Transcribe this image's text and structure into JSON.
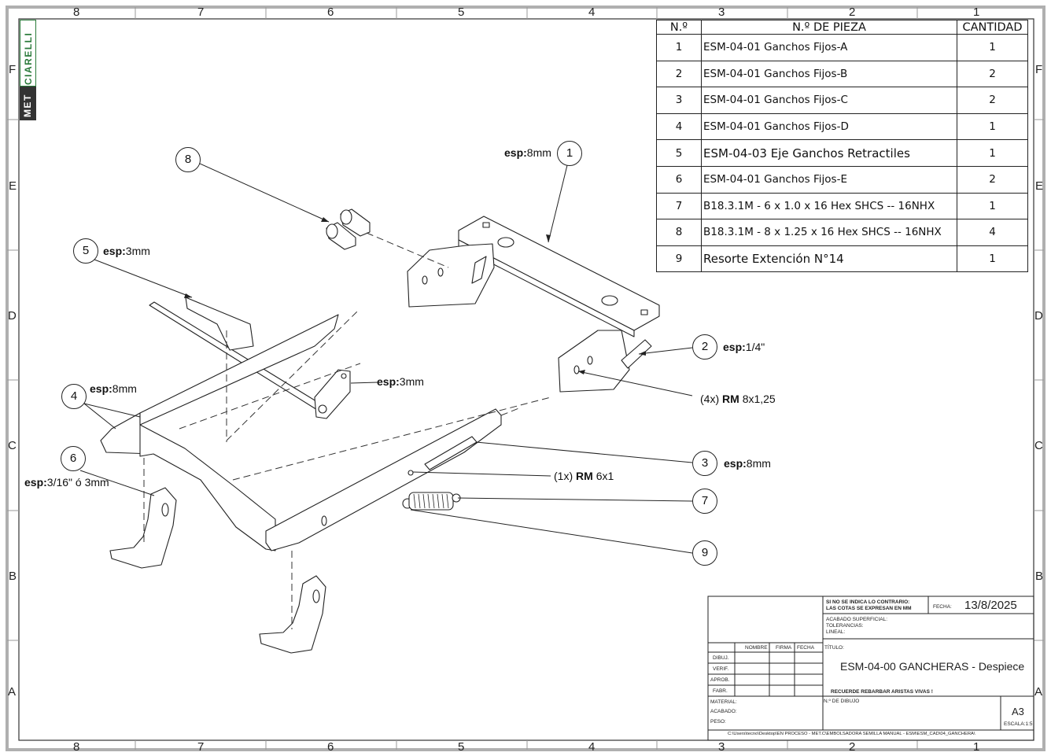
{
  "logo": {
    "brand_top": "CIARELLI",
    "brand_bottom": "MET"
  },
  "zones": {
    "columns": [
      "8",
      "7",
      "6",
      "5",
      "4",
      "3",
      "2",
      "1"
    ],
    "rows": [
      "F",
      "E",
      "D",
      "C",
      "B",
      "A"
    ]
  },
  "bom": {
    "headers": {
      "num": "N.º",
      "part": "N.º DE PIEZA",
      "qty": "CANTIDAD"
    },
    "rows": [
      {
        "num": "1",
        "part": "ESM-04-01 Ganchos Fijos-A",
        "qty": "1"
      },
      {
        "num": "2",
        "part": "ESM-04-01 Ganchos Fijos-B",
        "qty": "2"
      },
      {
        "num": "3",
        "part": "ESM-04-01 Ganchos Fijos-C",
        "qty": "2"
      },
      {
        "num": "4",
        "part": "ESM-04-01 Ganchos Fijos-D",
        "qty": "1"
      },
      {
        "num": "5",
        "part": "ESM-04-03 Eje Ganchos Retractiles",
        "qty": "1"
      },
      {
        "num": "6",
        "part": "ESM-04-01 Ganchos Fijos-E",
        "qty": "2"
      },
      {
        "num": "7",
        "part": "B18.3.1M - 6 x 1.0 x 16 Hex SHCS -- 16NHX",
        "qty": "1"
      },
      {
        "num": "8",
        "part": "B18.3.1M - 8 x 1.25 x 16 Hex SHCS -- 16NHX",
        "qty": "4"
      },
      {
        "num": "9",
        "part": "Resorte Extención N°14",
        "qty": "1"
      }
    ]
  },
  "callouts": {
    "esp1_label": "esp:",
    "esp1_value": "8mm",
    "esp2_label": "esp:",
    "esp2_value": "1/4\"",
    "esp3_label": "esp:",
    "esp3_value": "8mm",
    "esp4_label": "esp:",
    "esp4_value": "8mm",
    "esp5_label": "esp:",
    "esp5_value": "3mm",
    "esp6_label": "esp:",
    "esp6_value": "3/16\" ó 3mm",
    "esp_link_label": "esp:",
    "esp_link_value": "3mm",
    "rm1_prefix": "(4x)",
    "rm1_bold": "RM",
    "rm1_rest": "8x1,25",
    "rm2_prefix": "(1x)",
    "rm2_bold": "RM",
    "rm2_rest": "6x1"
  },
  "balloons": [
    "1",
    "2",
    "3",
    "4",
    "5",
    "6",
    "7",
    "8",
    "9"
  ],
  "title_block": {
    "note_line1": "SI NO SE INDICA LO CONTRARIO:",
    "note_line2": "LAS COTAS SE EXPRESAN EN MM",
    "fecha_label": "FECHA:",
    "fecha": "13/8/2025",
    "acabado_sup": "ACABADO SUPERFICIAL:",
    "tolerancias": "TOLERANCIAS:",
    "lineal": "LINEAL:",
    "col_nombre": "NOMBRE",
    "col_firma": "FIRMA",
    "col_fecha": "FECHA",
    "titulo_label": "TÍTULO:",
    "title": "ESM-04-00 GANCHERAS - Despiece",
    "row_dibuj": "DIBUJ.",
    "row_verif": "VERIF.",
    "row_aprob": "APROB.",
    "row_fabr": "FABR.",
    "rebarbar": "RECUERDE REBARBAR ARISTAS VIVAS !",
    "material": "MATERIAL:",
    "acabado": "ACABADO:",
    "peso": "PESO:",
    "n_dibujo": "N.º DE DIBUJO",
    "size": "A3",
    "escala": "ESCALA:1:5",
    "path": "C:\\Users\\tecno\\Desktop\\EN PROCESO - MET.C\\EMBOLSADORA SEMILLA MANUAL - ESM\\ESM_CAD\\04_GANCHERA\\"
  }
}
